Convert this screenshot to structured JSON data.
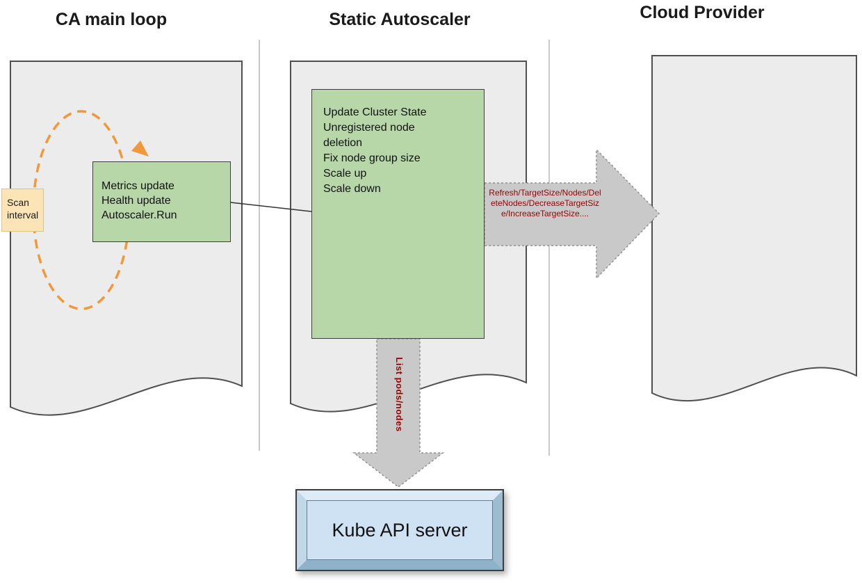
{
  "headers": {
    "ca_main_loop": "CA main loop",
    "static_autoscaler": "Static Autoscaler",
    "cloud_provider": "Cloud Provider"
  },
  "ca_main_loop": {
    "scan_interval_label": "Scan interval",
    "run_box_lines": [
      "Metrics update",
      "Health update",
      "Autoscaler.Run"
    ]
  },
  "static_autoscaler": {
    "steps": [
      "Update Cluster State",
      "Unregistered node deletion",
      "Fix node group size",
      "Scale up",
      "Scale down"
    ]
  },
  "arrows": {
    "to_cloud_provider_label": "Refresh/TargetSize/Nodes/DeleteNodes/DecreaseTargetSize/IncreaseTargetSize....",
    "to_kube_api_label": "List pods/nodes"
  },
  "kube_api_server_label": "Kube API server",
  "colors": {
    "document_fill": "#ececec",
    "document_border": "#4f4f4f",
    "process_green": "#b7d7a8",
    "scan_interval_yellow": "#fbe5b6",
    "loop_orange": "#f0983a",
    "arrow_gray": "#c9c9c9",
    "call_text_red": "#990000",
    "kube_box_blue": "#cfe2f3"
  }
}
